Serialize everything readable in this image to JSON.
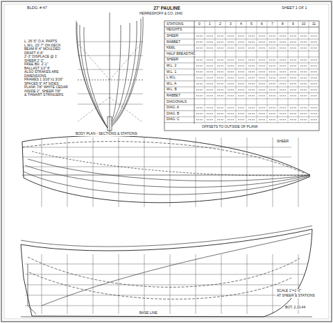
{
  "diagram": {
    "title": "27' PAULINE",
    "labels": [
      "BLDG. # 47",
      "HERRESHOFF & CO. 1940",
      "SHEET 1 OF 1",
      "L. 26'-5\" O.A. PARTS",
      "L.W.L. 23'-7\" ON DECK",
      "BEAM 8'-4\" MOULDED",
      "DRAFT 4'-6\"",
      "2'-3\" DISPLACE @ 1'",
      "SHEER 2'-2\"",
      "FREE BD. 2'-1\"",
      "BALLAST 1/2\" 8'",
      "ALSO STRAKES ARE",
      "DIMENSIONS",
      "FRAMES 1 3/16\"x1 3/16\"",
      "SPACED 9\" AT SIDES",
      "PLANK 7/8\" WHITE CEDAR",
      "INSIDE 2\", SHEER 7/8\"",
      "& THWART STRINGERS",
      "BODY PLAN - SECTIONS & STATIONS",
      "STATIONS",
      "0",
      "1",
      "2",
      "3",
      "4",
      "5",
      "6",
      "7",
      "8",
      "9",
      "10",
      "11",
      "HEIGHTS",
      "SHEER",
      "RABBET",
      "KEEL",
      "HALF BREADTHS",
      "SHEER",
      "W.L. 2",
      "W.L. 1",
      "L.W.L.",
      "W.L. A",
      "W.L. B",
      "RABBET",
      "DIAGONALS",
      "DIAG. A",
      "DIAG. B",
      "DIAG. C",
      "OFFSETS TO OUTSIDE OF PLANK",
      "SHEER",
      "BASE LINE",
      "SCALE 1\"=1'-0\"",
      "AT SHEER & STATIONS",
      "BOT. 2.10.44"
    ]
  }
}
